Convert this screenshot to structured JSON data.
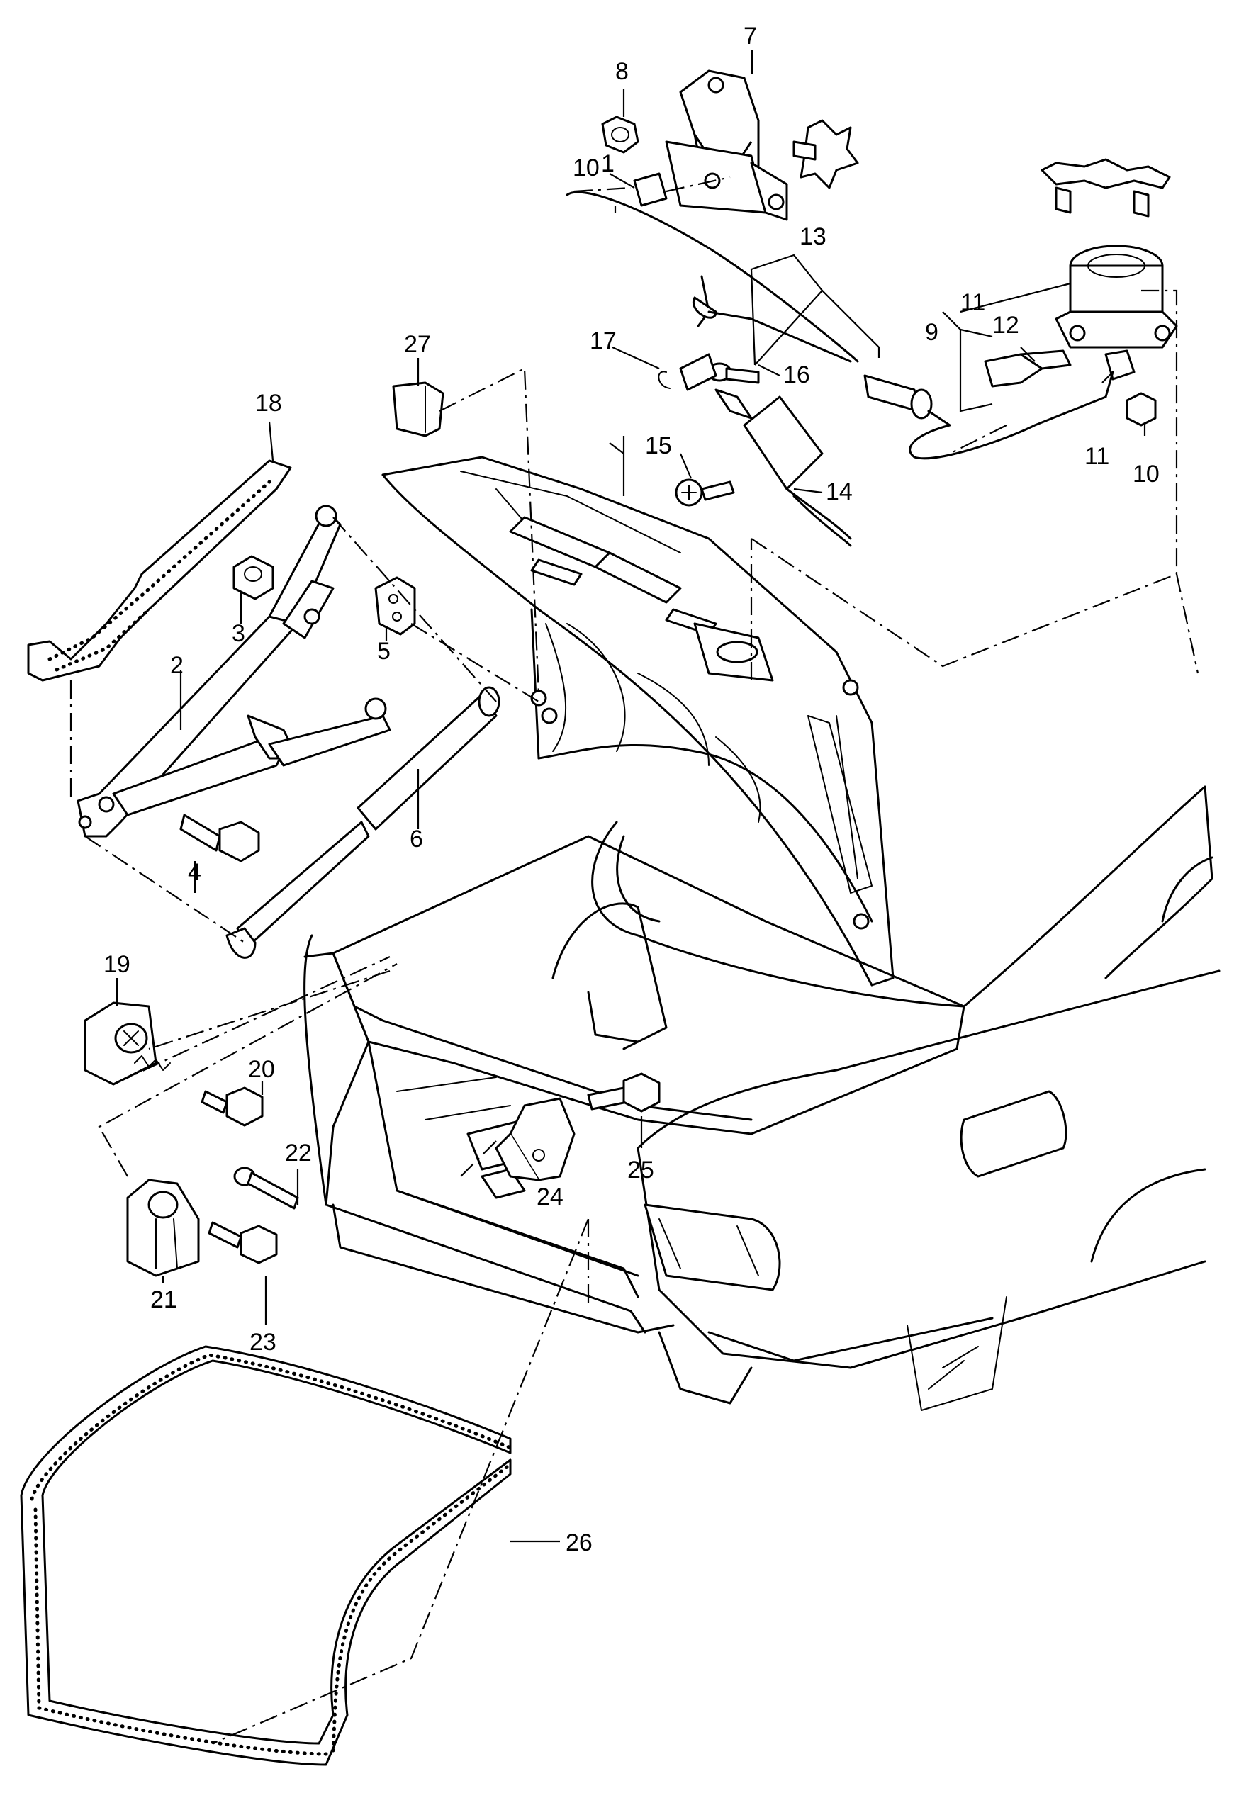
{
  "diagram": {
    "callouts": [
      {
        "id": "1",
        "text": "1"
      },
      {
        "id": "2",
        "text": "2"
      },
      {
        "id": "3",
        "text": "3"
      },
      {
        "id": "4",
        "text": "4"
      },
      {
        "id": "5",
        "text": "5"
      },
      {
        "id": "6",
        "text": "6"
      },
      {
        "id": "7",
        "text": "7"
      },
      {
        "id": "8",
        "text": "8"
      },
      {
        "id": "9",
        "text": "9"
      },
      {
        "id": "10a",
        "text": "10"
      },
      {
        "id": "10b",
        "text": "10"
      },
      {
        "id": "11a",
        "text": "11"
      },
      {
        "id": "11b",
        "text": "11"
      },
      {
        "id": "12",
        "text": "12"
      },
      {
        "id": "13",
        "text": "13"
      },
      {
        "id": "14",
        "text": "14"
      },
      {
        "id": "15",
        "text": "15"
      },
      {
        "id": "16",
        "text": "16"
      },
      {
        "id": "17",
        "text": "17"
      },
      {
        "id": "18",
        "text": "18"
      },
      {
        "id": "19",
        "text": "19"
      },
      {
        "id": "20",
        "text": "20"
      },
      {
        "id": "21",
        "text": "21"
      },
      {
        "id": "22",
        "text": "22"
      },
      {
        "id": "23",
        "text": "23"
      },
      {
        "id": "24",
        "text": "24"
      },
      {
        "id": "25",
        "text": "25"
      },
      {
        "id": "26",
        "text": "26"
      },
      {
        "id": "27",
        "text": "27"
      }
    ]
  }
}
